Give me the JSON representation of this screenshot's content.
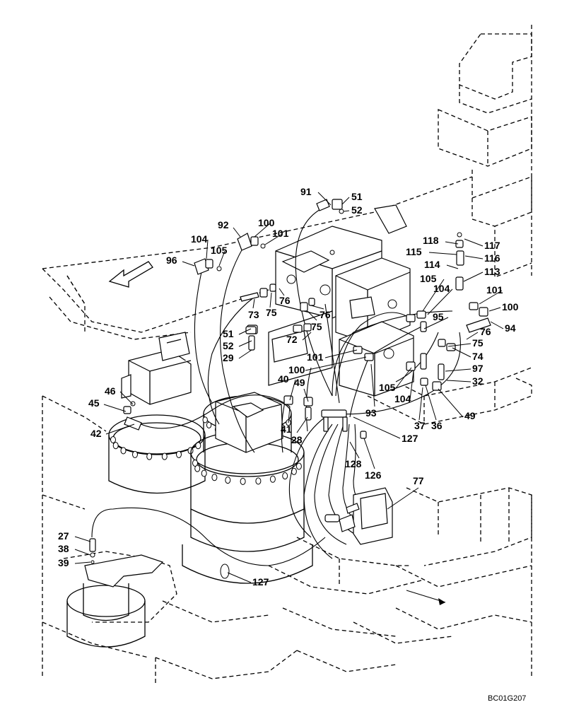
{
  "diagram": {
    "drawing_code": "BC01G207",
    "callouts": {
      "c91": "91",
      "c51a": "51",
      "c52a": "52",
      "c92": "92",
      "c100a": "100",
      "c101a": "101",
      "c104a": "104",
      "c105a": "105",
      "c96": "96",
      "c118": "118",
      "c117": "117",
      "c115": "115",
      "c116": "116",
      "c114": "114",
      "c113": "113",
      "c105b": "105",
      "c104b": "104",
      "c101b": "101",
      "c100b": "100",
      "c94": "94",
      "c95": "95",
      "c76a": "76",
      "c75a": "75",
      "c74": "74",
      "c97": "97",
      "c32": "32",
      "c73": "73",
      "c75b": "75",
      "c76b": "76",
      "c76c": "76",
      "c75c": "75",
      "c51b": "51",
      "c52b": "52",
      "c72": "72",
      "c29": "29",
      "c101c": "101",
      "c100c": "100",
      "c40": "40",
      "c49a": "49",
      "c105c": "105",
      "c104c": "104",
      "c93": "93",
      "c37": "37",
      "c36": "36",
      "c49b": "49",
      "c46": "46",
      "c45": "45",
      "c42": "42",
      "c41": "41",
      "c28": "28",
      "c127a": "127",
      "c128": "128",
      "c126": "126",
      "c77": "77",
      "c27": "27",
      "c38": "38",
      "c39": "39",
      "c127b": "127"
    }
  }
}
